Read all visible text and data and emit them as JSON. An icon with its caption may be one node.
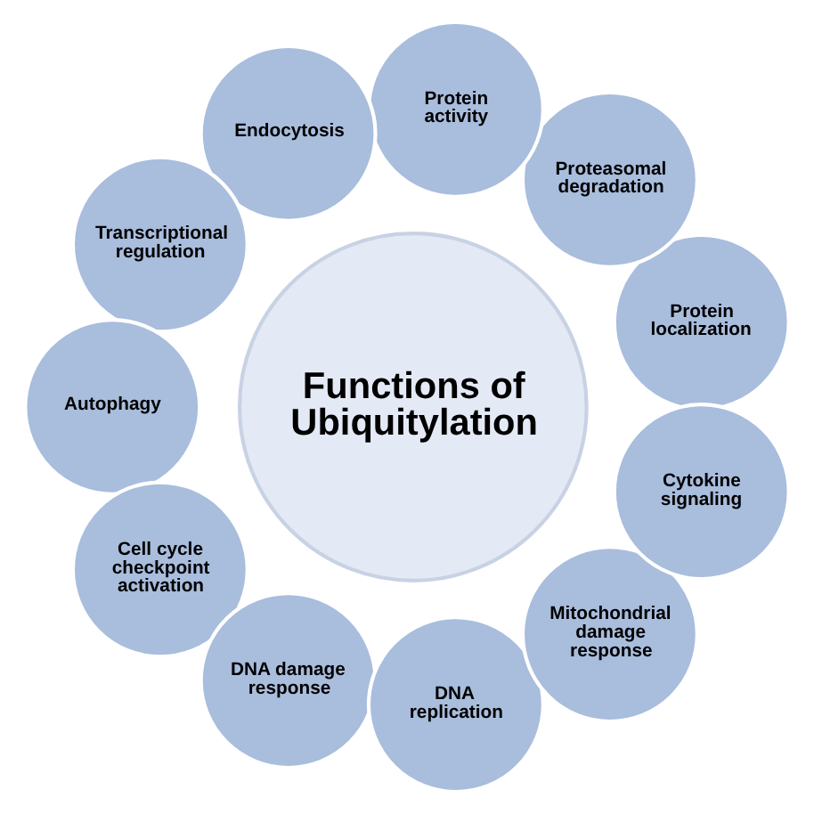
{
  "diagram": {
    "nodes": [
      {
        "text": [
          "Functions of Ubiquitylation"
        ]
      },
      {
        "text": [
          "Protein localization"
        ]
      },
      {
        "text": [
          "Proteasomal degradation"
        ]
      },
      {
        "text": [
          "Protein activity"
        ]
      },
      {
        "text": [
          "Endocytosis"
        ]
      },
      {
        "text": [
          "Transcriptional regulation"
        ]
      },
      {
        "text": [
          "Autophagy"
        ]
      },
      {
        "text": [
          "Cell cycle checkpoint activation"
        ]
      },
      {
        "text": [
          "DNA damage response"
        ]
      },
      {
        "text": [
          "DNA replication"
        ]
      },
      {
        "text": [
          "Mitochondrial damage response"
        ]
      },
      {
        "text": [
          "Cytokine signaling"
        ]
      }
    ],
    "edges": []
  }
}
